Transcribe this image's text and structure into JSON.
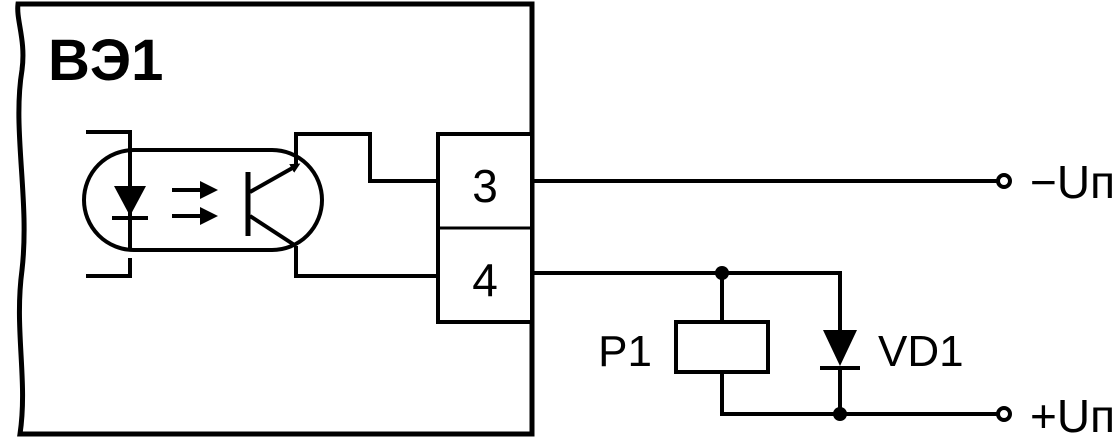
{
  "module": {
    "label": "ВЭ1"
  },
  "terminals": [
    {
      "label": "3"
    },
    {
      "label": "4"
    }
  ],
  "components": {
    "relay": {
      "label": "P1"
    },
    "diode": {
      "label": "VD1"
    }
  },
  "supply": {
    "negative": "−Uп",
    "positive": "+Uп"
  }
}
